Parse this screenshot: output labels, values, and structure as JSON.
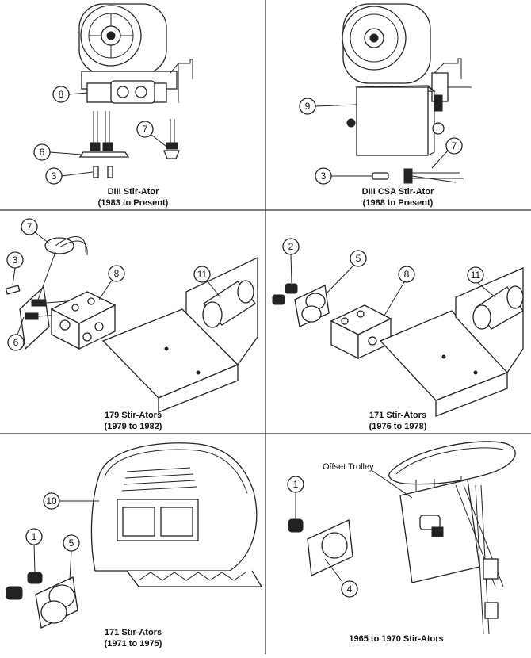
{
  "panels": [
    {
      "caption_line1": "DIII Stir-Ator",
      "caption_line2": "(1983 to Present)"
    },
    {
      "caption_line1": "DIII CSA Stir-Ator",
      "caption_line2": "(1988 to Present)"
    },
    {
      "caption_line1": "179 Stir-Ators",
      "caption_line2": "(1979 to 1982)"
    },
    {
      "caption_line1": "171 Stir-Ators",
      "caption_line2": "(1976 to 1978)"
    },
    {
      "caption_line1": "171 Stir-Ators",
      "caption_line2": "(1971 to 1975)"
    },
    {
      "caption_line1": "1965 to 1970 Stir-Ators",
      "caption_line2": ""
    }
  ],
  "callouts": {
    "p1": [
      "8",
      "7",
      "6",
      "3"
    ],
    "p2": [
      "9",
      "7",
      "3"
    ],
    "p3": [
      "7",
      "3",
      "8",
      "11",
      "6"
    ],
    "p4": [
      "2",
      "5",
      "8",
      "11"
    ],
    "p5": [
      "10",
      "1",
      "5"
    ],
    "p6": [
      "1",
      "4"
    ]
  },
  "annotations": {
    "offset_trolley": "Offset Trolley"
  }
}
